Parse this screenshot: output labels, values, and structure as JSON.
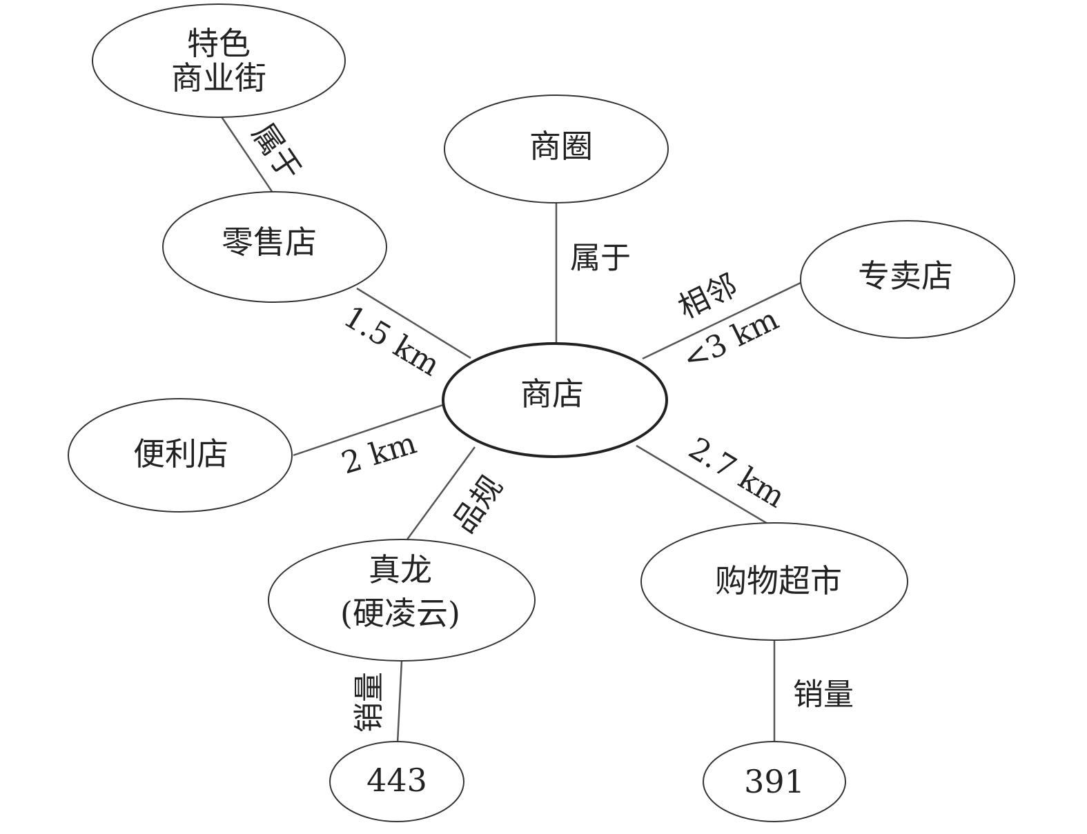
{
  "nodes": {
    "center": {
      "label": "商店"
    },
    "shangquan": {
      "label": "商圈"
    },
    "tese": {
      "line1": "特色",
      "line2": "商业街"
    },
    "lingshou": {
      "label": "零售店"
    },
    "zhuanmai": {
      "label": "专卖店"
    },
    "bianli": {
      "label": "便利店"
    },
    "zhenlong": {
      "line1": "真龙",
      "line2": "(硬凌云)"
    },
    "gouwu": {
      "label": "购物超市"
    },
    "n443": {
      "label": "443"
    },
    "n391": {
      "label": "391"
    }
  },
  "edges": {
    "tese_lingshou": "属于",
    "shangquan_center": "属于",
    "zhuanmai_center_1": "相邻",
    "zhuanmai_center_2": "<3 km",
    "lingshou_center": "1.5 km",
    "bianli_center": "2 km",
    "zhenlong_center": "品规",
    "gouwu_center": "2.7 km",
    "zhenlong_443": "销量",
    "gouwu_391": "销量"
  }
}
